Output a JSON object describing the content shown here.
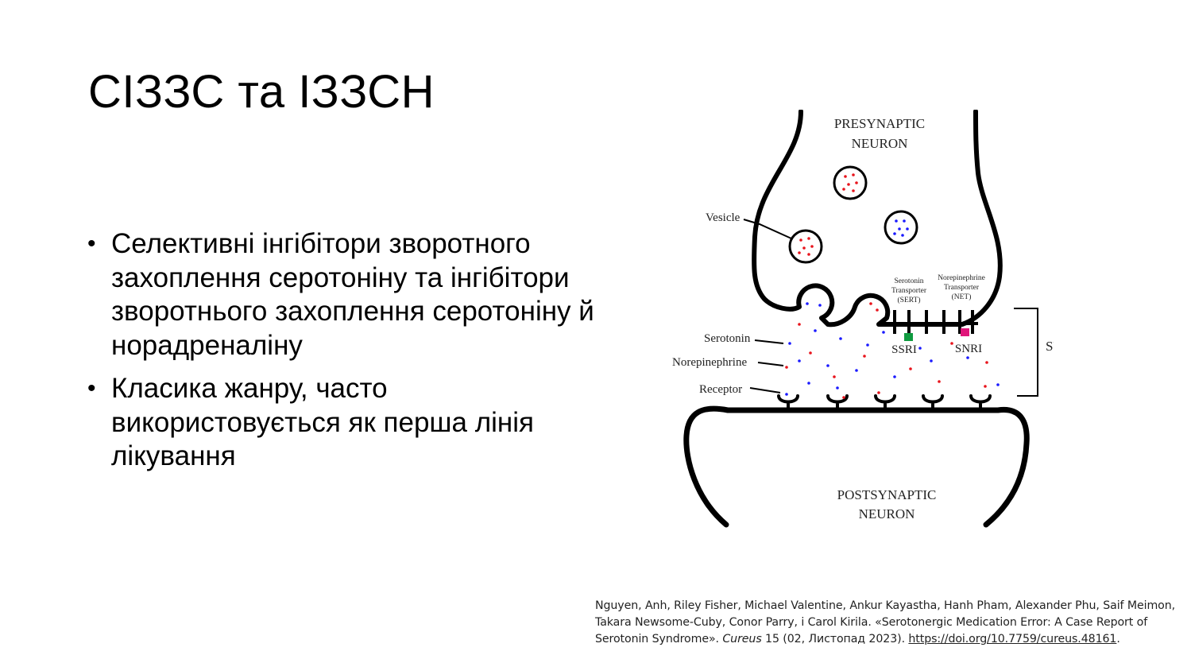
{
  "slide": {
    "title": "СІЗЗС та ІЗЗСН",
    "bullets": [
      "Селективні інгібітори зворотного захоплення серотоніну та інгібітори зворотнього захоплення серотоніну й норадреналіну",
      "Класика жанру, часто використовується як перша лінія лікування"
    ]
  },
  "diagram": {
    "presynaptic_line1": "PRESYNAPTIC",
    "presynaptic_line2": "NEURON",
    "postsynaptic_line1": "POSTSYNAPTIC",
    "postsynaptic_line2": "NEURON",
    "vesicle": "Vesicle",
    "serotonin": "Serotonin",
    "norepinephrine": "Norepinephrine",
    "receptor": "Receptor",
    "sert_line1": "Serotonin",
    "sert_line2": "Transporter",
    "sert_line3": "(SERT)",
    "net_line1": "Norepinephrine",
    "net_line2": "Transporter",
    "net_line3": "(NET)",
    "ssri": "SSRI",
    "snri": "SNRI",
    "synapse": "SYNAPSE",
    "colors": {
      "serotonin": "#1a1aff",
      "norepinephrine": "#e8141c",
      "ssri_block": "#0f9a3f",
      "snri_block": "#e0157a"
    }
  },
  "citation": {
    "text_before_journal": "Nguyen, Anh, Riley Fisher, Michael Valentine, Ankur Kayastha, Hanh Pham, Alexander Phu, Saif Meimon, Takara Newsome-Cuby, Conor Parry, і Carol Kirila. «Serotonergic Medication Error: A Case Report of Serotonin Syndrome». ",
    "journal": "Cureus",
    "text_after_journal": " 15 (02, Листопад 2023). ",
    "link": "https://doi.org/10.7759/cureus.48161",
    "end": "."
  }
}
